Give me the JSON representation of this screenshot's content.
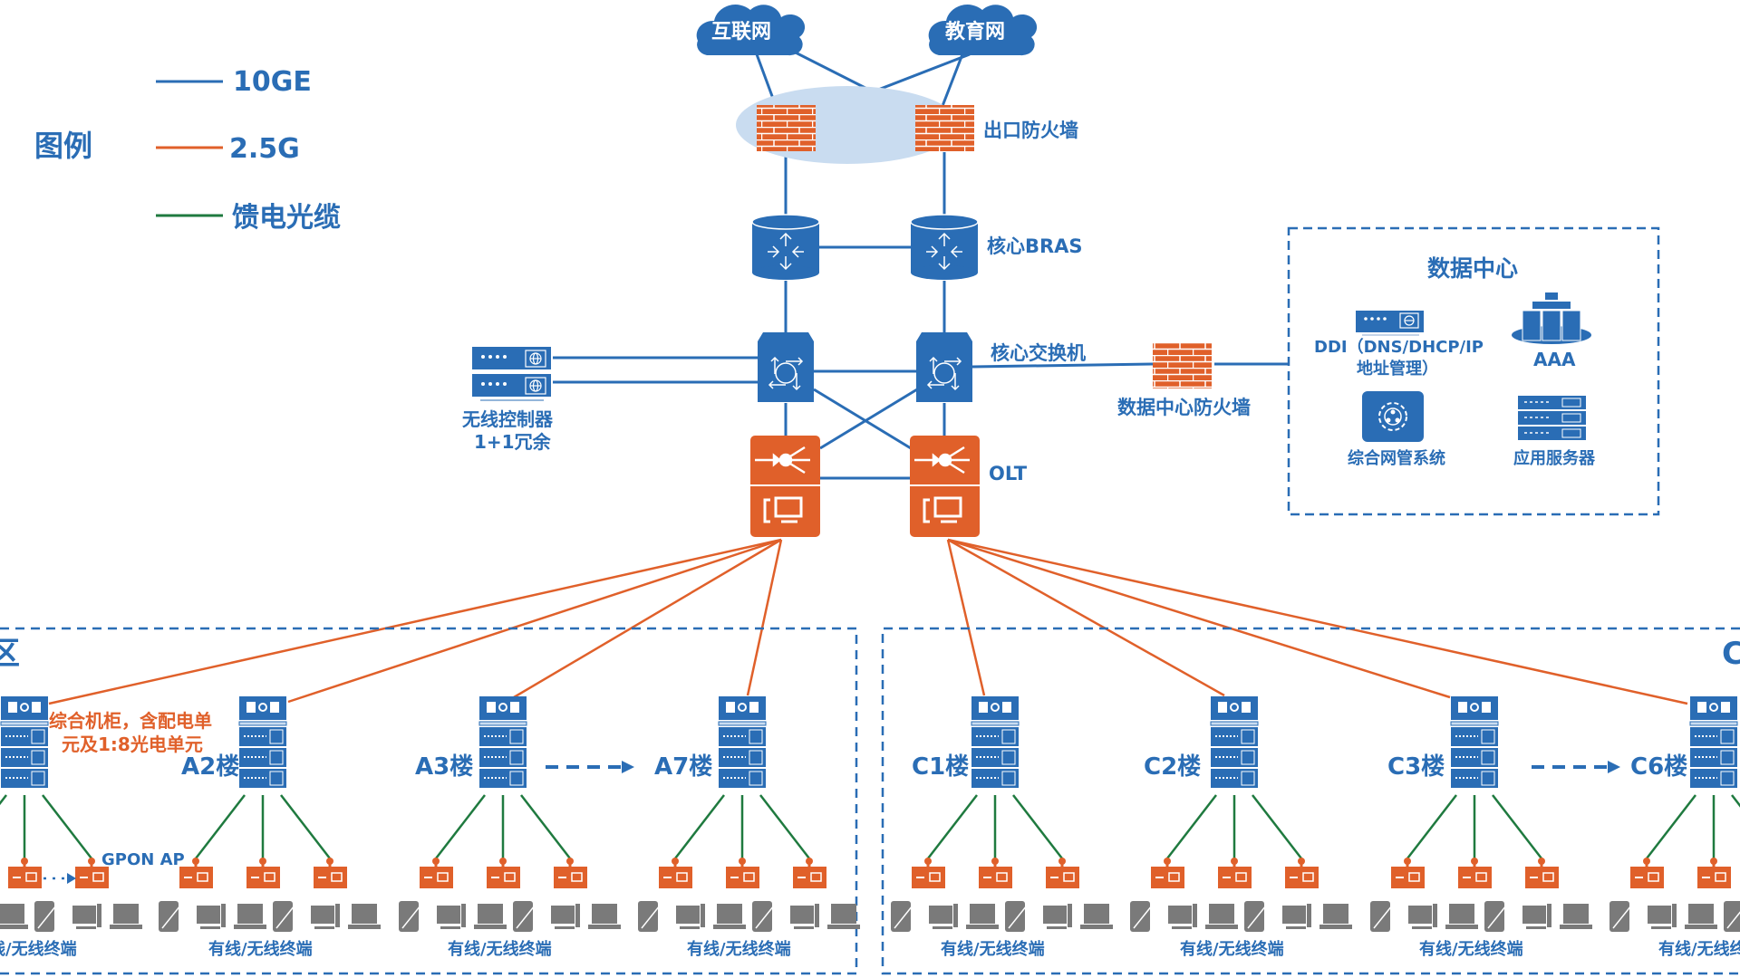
{
  "colors": {
    "blue": "#2a6db5",
    "orange": "#e0602a",
    "green": "#1f7a3f",
    "ellipse": "#c9dcf0",
    "terminal_gray": "#7a7a7a"
  },
  "legend": {
    "title": "图例",
    "items": [
      {
        "label": "10GE",
        "color": "#2a6db5"
      },
      {
        "label": "2.5G",
        "color": "#e0602a"
      },
      {
        "label": "馈电光缆",
        "color": "#1f7a3f"
      }
    ]
  },
  "clouds": {
    "internet": "互联网",
    "edu": "教育网"
  },
  "core": {
    "firewall_label": "出口防火墙",
    "bras_label": "核心BRAS",
    "switch_label": "核心交换机",
    "olt_label": "OLT",
    "wlc_label_line1": "无线控制器",
    "wlc_label_line2": "1+1冗余",
    "dc_firewall_label": "数据中心防火墙"
  },
  "datacenter": {
    "title": "数据中心",
    "ddi_line1": "DDI（DNS/DHCP/IP",
    "ddi_line2": "地址管理）",
    "aaa": "AAA",
    "nms": "综合网管系统",
    "app_server": "应用服务器"
  },
  "zones": [
    {
      "title_partial": "区",
      "buildings": [
        {
          "label": ""
        },
        {
          "label": "A2楼"
        },
        {
          "label": "A3楼"
        },
        {
          "label": "A7楼"
        }
      ],
      "cabinet_note_line1": "综合机柜，含配电单",
      "cabinet_note_line2": "元及1:8光电单元",
      "ap_label": "GPON AP",
      "terminal_label": "有线/无线终端"
    },
    {
      "title_partial": "C",
      "buildings": [
        {
          "label": "C1楼"
        },
        {
          "label": "C2楼"
        },
        {
          "label": "C3楼"
        },
        {
          "label": "C6楼"
        }
      ],
      "terminal_label": "有线/无线终端"
    }
  ]
}
